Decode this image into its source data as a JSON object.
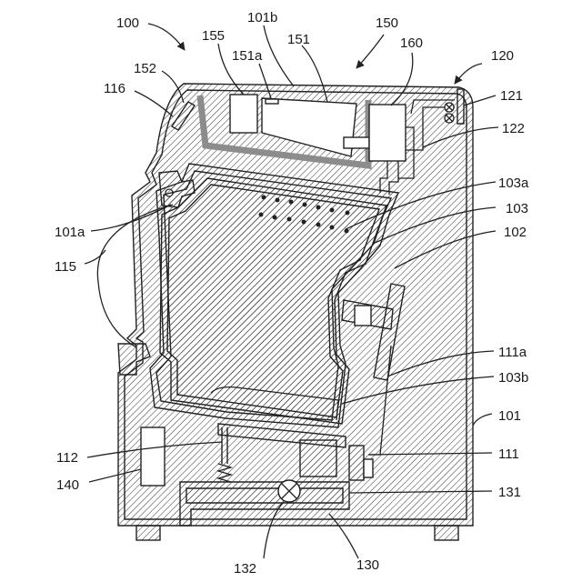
{
  "figure": {
    "labels": {
      "l100": "100",
      "l101b": "101b",
      "l150": "150",
      "l155": "155",
      "l151a": "151a",
      "l151": "151",
      "l160": "160",
      "l120": "120",
      "l152": "152",
      "l116": "116",
      "l121": "121",
      "l122": "122",
      "l103a": "103a",
      "l101a": "101a",
      "l103": "103",
      "l102": "102",
      "l115": "115",
      "l111a": "111a",
      "l103b": "103b",
      "l101": "101",
      "l112": "112",
      "l111": "111",
      "l140": "140",
      "l131": "131",
      "l132": "132",
      "l130": "130"
    },
    "colors": {
      "line": "#222222",
      "duct_gray": "#8c8c8c",
      "background": "#ffffff"
    }
  }
}
